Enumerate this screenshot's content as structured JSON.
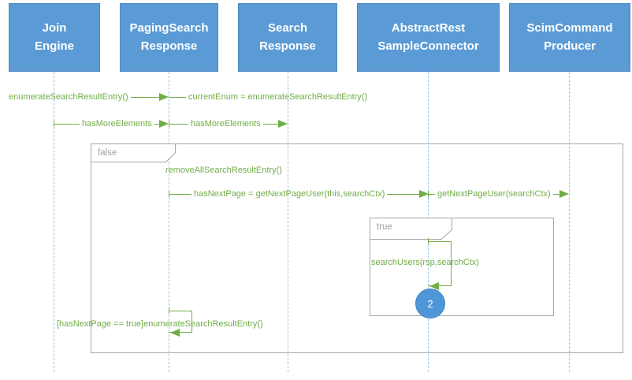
{
  "colors": {
    "participant-fill": "#5b9bd5",
    "participant-border": "#4d88c4",
    "participant-text": "#ffffff",
    "lifeline": "#9cc3e5",
    "green": "#70ad47",
    "frame-border": "#a6a6a6",
    "frame-label-text": "#a3a3a3",
    "badge-fill": "#4f96d8",
    "badge-border": "#4384c6"
  },
  "participants": [
    {
      "id": "join-engine",
      "label": "Join\nEngine"
    },
    {
      "id": "paging-search-response",
      "label": "PagingSearch\nResponse"
    },
    {
      "id": "search-response",
      "label": "Search\nResponse"
    },
    {
      "id": "abstract-rest-sample-connector",
      "label": "AbstractRest\nSampleConnector"
    },
    {
      "id": "scim-command-producer",
      "label": "ScimCommand\nProducer"
    }
  ],
  "messages": {
    "enumerate_call": "enumerateSearchResultEntry()",
    "current_enum": "currentEnum = enumerateSearchResultEntry()",
    "has_more_1": "hasMoreElements",
    "has_more_2": "hasMoreElements",
    "remove_all": "removeAllSearchResultEntry()",
    "has_next_page": "hasNextPage = getNextPageUser(this,searchCtx)",
    "get_next_page": "getNextPageUser(searchCtx)",
    "search_users": "searchUsers(rsp,searchCtx)",
    "loop_back": "[hasNextPage == true]enumerateSearchResultEntry()"
  },
  "fragments": {
    "outer_label": "false",
    "inner_label": "true"
  },
  "badge": {
    "value": "2"
  }
}
